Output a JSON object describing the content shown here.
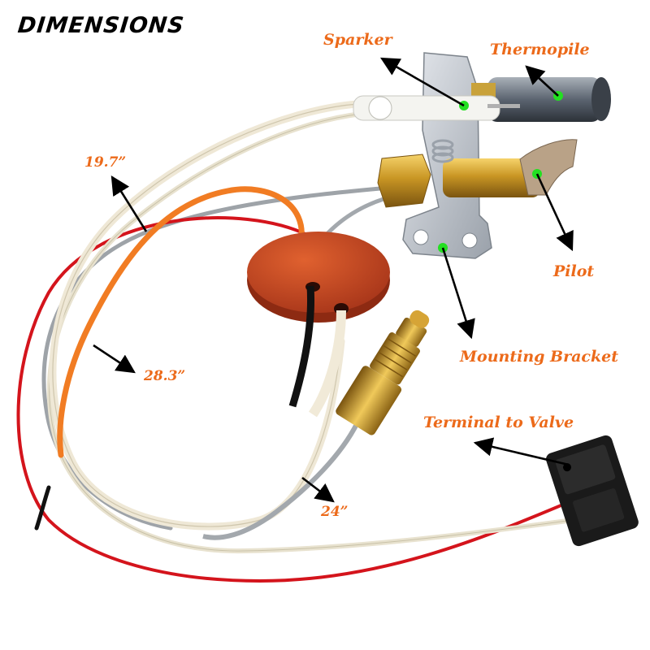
{
  "title": "DIMENSIONS",
  "colors": {
    "label": "#ec6a1a",
    "marker": "#23e021",
    "title": "#000000"
  },
  "parts": {
    "sparker": "Sparker",
    "thermopile": "Thermopile",
    "pilot": "Pilot",
    "mounting_bracket": "Mounting Bracket",
    "terminal": "Terminal to Valve"
  },
  "dimensions": {
    "orange_wire": "19.7”",
    "white_wire": "28.3”",
    "gas_tube": "24”"
  }
}
